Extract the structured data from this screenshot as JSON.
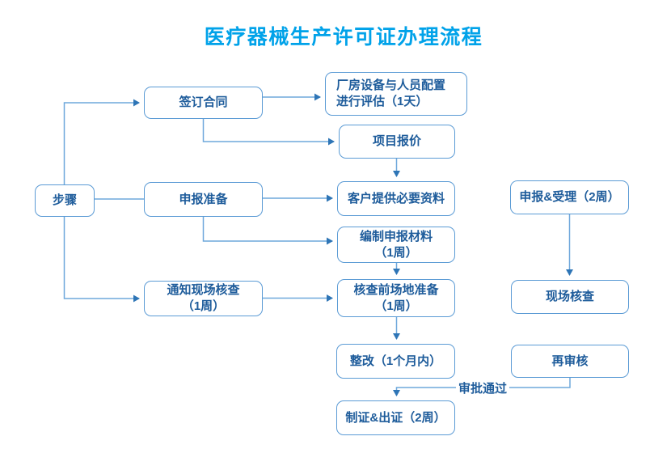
{
  "title": "医疗器械生产许可证办理流程",
  "colors": {
    "title": "#00A2E9",
    "box_border": "#5B9BD5",
    "box_text": "#1E5C9B",
    "connector_line": "#6FA8DC",
    "arrowhead": "#2E75B6"
  },
  "nodes": {
    "steps": {
      "label": "步骤"
    },
    "sign_contract": {
      "label": "签订合同"
    },
    "declare_prep": {
      "label": "申报准备"
    },
    "notify_onsite": {
      "label": "通知现场核查\n（1周）"
    },
    "assess": {
      "label": "厂房设备与人员配置\n进行评估（1天）"
    },
    "quote": {
      "label": "项目报价"
    },
    "customer_materials": {
      "label": "客户提供必要资料"
    },
    "compile_materials": {
      "label": "编制申报材料\n（1周）"
    },
    "site_prep": {
      "label": "核查前场地准备\n（1周）"
    },
    "rectification": {
      "label": "整改（1个月内）"
    },
    "issue_cert": {
      "label": "制证&出证（2周）"
    },
    "accept": {
      "label": "申报&受理（2周）"
    },
    "onsite_check": {
      "label": "现场核查"
    },
    "re_review": {
      "label": "再审核"
    }
  },
  "edge_labels": {
    "approval_passed": "审批通过"
  }
}
